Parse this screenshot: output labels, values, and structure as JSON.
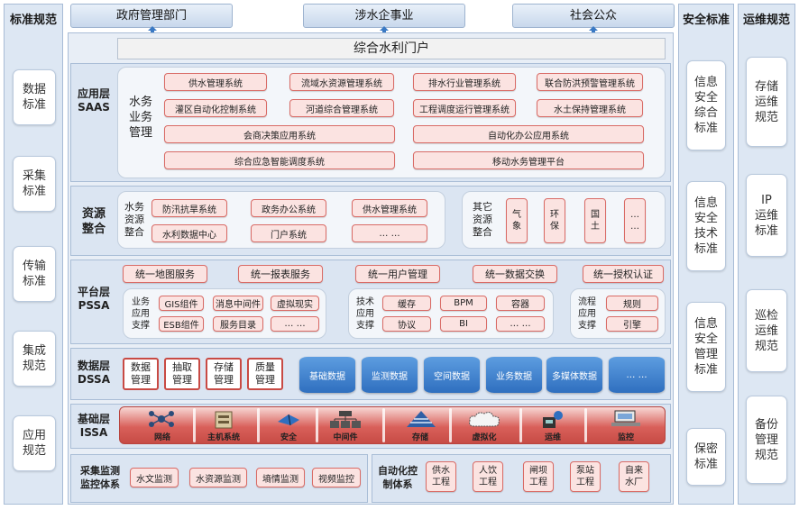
{
  "left": {
    "title": "标准规范",
    "items": [
      "数据\n标准",
      "采集\n标准",
      "传输\n标准",
      "集成\n规范",
      "应用\n规范"
    ]
  },
  "security": {
    "title": "安全标准",
    "items": [
      "信息\n安全\n综合\n标准",
      "信息\n安全\n技术\n标准",
      "信息\n安全\n管理\n标准",
      "保密\n标准"
    ]
  },
  "ops": {
    "title": "运维规范",
    "items": [
      "存储\n运维\n规范",
      "IP\n运维\n标准",
      "巡检\n运维\n规范",
      "备份\n管理\n规范"
    ]
  },
  "top": {
    "users": [
      "政府管理部门",
      "涉水企事业",
      "社会公众"
    ],
    "portal": "综合水利门户"
  },
  "app": {
    "label": "应用层\nSAAS",
    "group": "水务\n业务\n管理",
    "systems": [
      "供水管理系统",
      "流域水资源管理系统",
      "排水行业管理系统",
      "联合防洪预警管理系统",
      "灌区自动化控制系统",
      "河道综合管理系统",
      "工程调度运行管理系统",
      "水土保持管理系统",
      "会商决策应用系统",
      "自动化办公应用系统",
      "综合应急智能调度系统",
      "移动水务管理平台"
    ]
  },
  "resource": {
    "label": "资源\n整合",
    "group1": "水务\n资源\n整合",
    "items1": [
      "防汛抗旱系统",
      "政务办公系统",
      "供水管理系统",
      "水利数据中心",
      "门户系统",
      "… …"
    ],
    "group2": "其它\n资源\n整合",
    "items2": [
      "气\n象",
      "环\n保",
      "国\n土",
      "…\n…"
    ]
  },
  "platform": {
    "label": "平台层\nPSSA",
    "services": [
      "统一地图服务",
      "统一报表服务",
      "统一用户管理",
      "统一数据交换",
      "统一授权认证"
    ],
    "g1": "业务\n应用\n支撑",
    "g1_items": [
      "GIS组件",
      "消息中间件",
      "虚拟现实",
      "ESB组件",
      "服务目录",
      "… …"
    ],
    "g2": "技术\n应用\n支撑",
    "g2_items": [
      "缓存",
      "BPM",
      "容器",
      "协议",
      "BI",
      "… …"
    ],
    "g3": "流程\n应用\n支撑",
    "g3_items": [
      "规则",
      "引擎"
    ]
  },
  "data": {
    "label": "数据层\nDSSA",
    "mgmt": [
      "数据\n管理",
      "抽取\n管理",
      "存储\n管理",
      "质量\n管理"
    ],
    "dbs": [
      "基础数据",
      "监测数据",
      "空间数据",
      "业务数据",
      "多媒体数据",
      "… …"
    ]
  },
  "infra": {
    "label": "基础层\nISSA",
    "items": [
      "网络",
      "主机系统",
      "安全",
      "中间件",
      "存储",
      "虚拟化",
      "运维",
      "监控"
    ]
  },
  "collect": {
    "label": "采集监测\n监控体系",
    "items": [
      "水文监测",
      "水资源监测",
      "墒情监测",
      "视频监控"
    ],
    "label2": "自动化控\n制体系",
    "items2": [
      "供水\n工程",
      "人饮\n工程",
      "闸坝\n工程",
      "泵站\n工程",
      "自来\n水厂"
    ]
  }
}
